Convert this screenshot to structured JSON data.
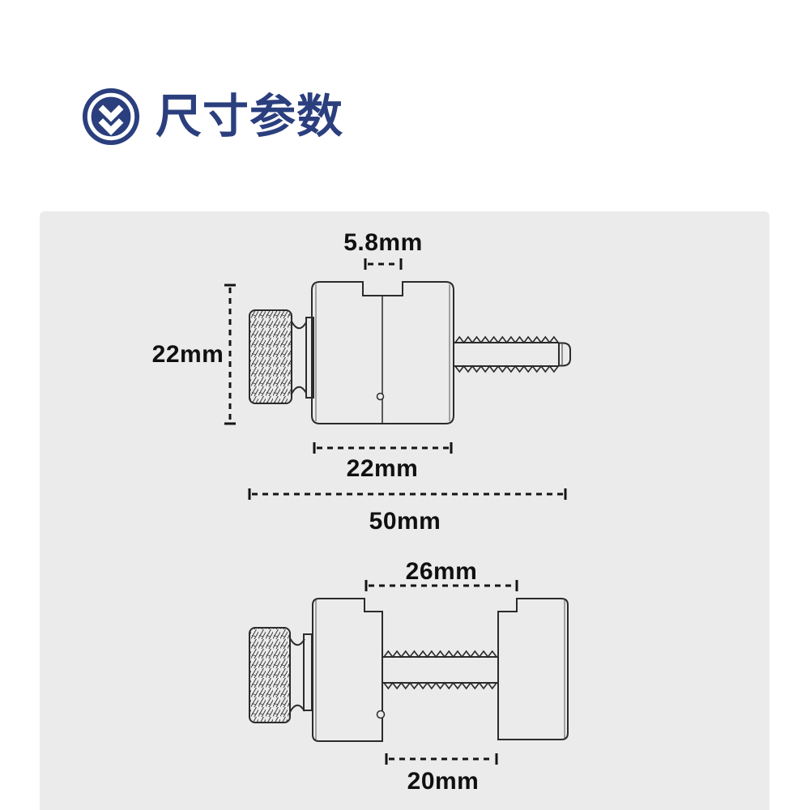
{
  "header": {
    "title": "尺寸参数",
    "icon_name": "double-chevron-down-badge-icon",
    "accent_color": "#2B3F7E"
  },
  "drawing_area": {
    "background_color": "#ECEBEB",
    "line_color": "#2B2B2B",
    "views": {
      "closed_view": {
        "dims": {
          "slot_width": "5.8mm",
          "height": "22mm",
          "body_width": "22mm",
          "total_length": "50mm"
        }
      },
      "open_view": {
        "dims": {
          "opening_top": "26mm",
          "opening_bottom": "20mm"
        }
      }
    }
  }
}
